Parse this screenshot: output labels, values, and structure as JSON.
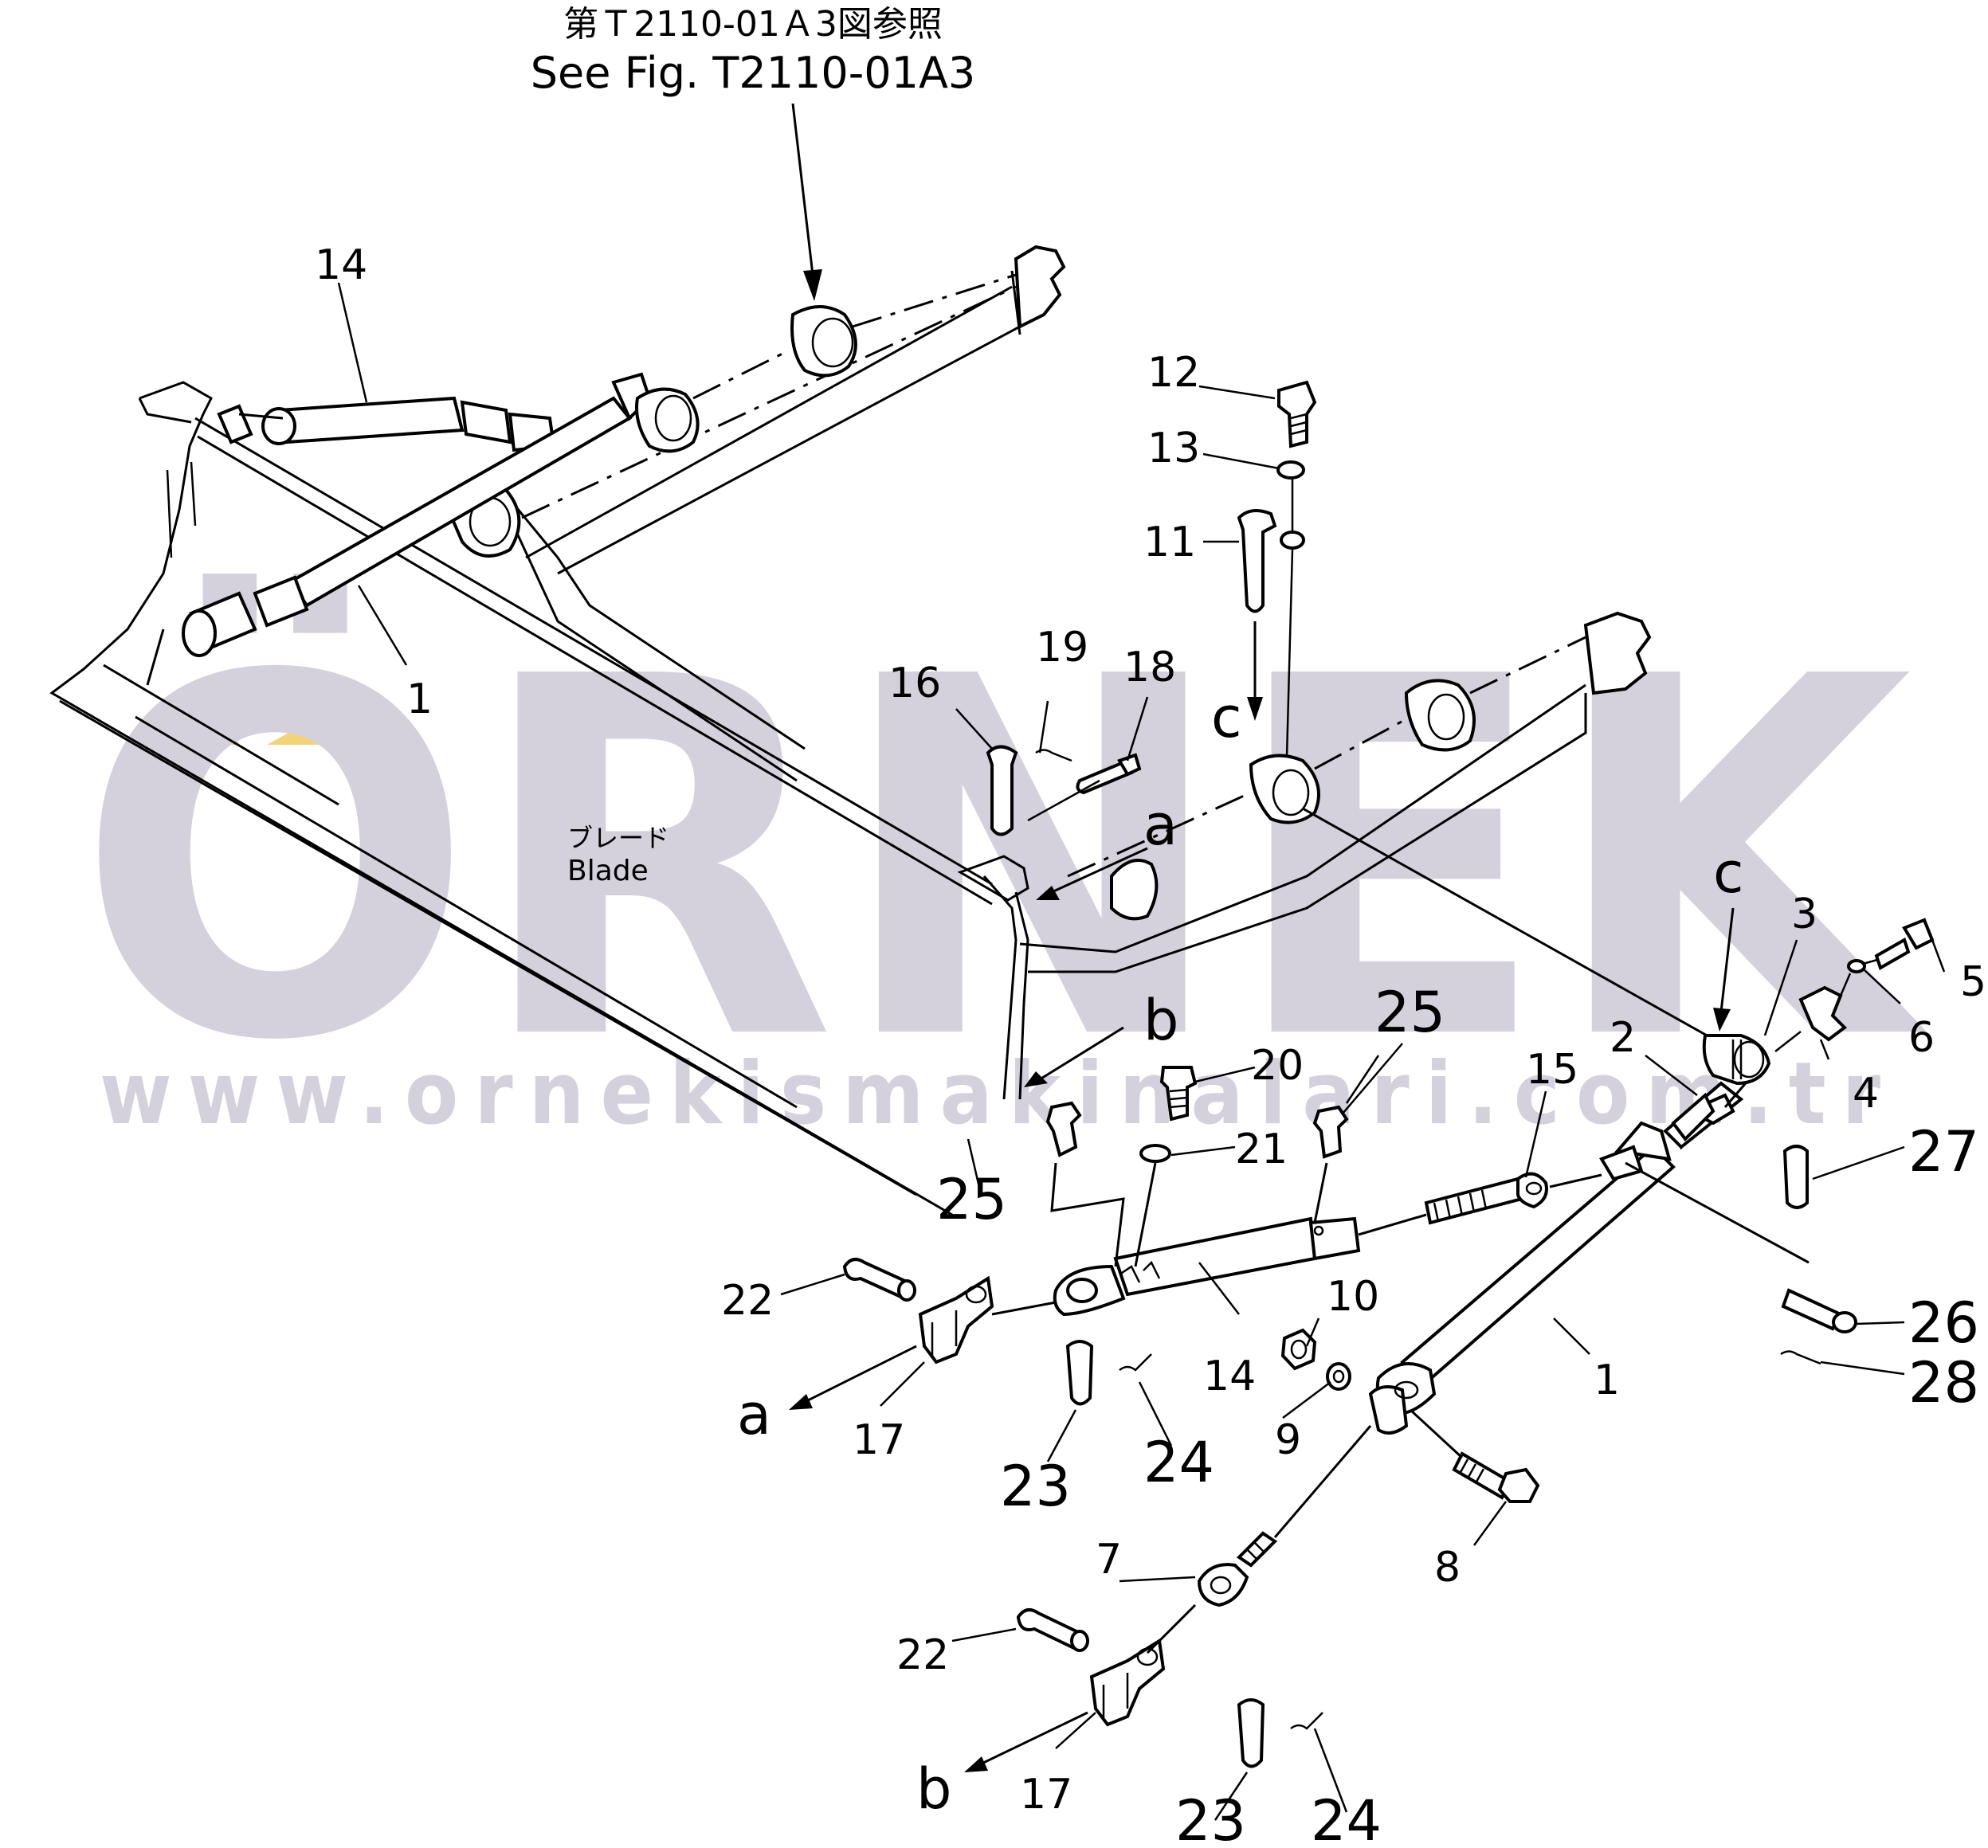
{
  "reference": {
    "japanese": "第Ｔ2110-01Ａ3図参照",
    "english": "See Fig. T2110-01A3"
  },
  "blade_label": {
    "japanese": "ブレード",
    "english": "Blade"
  },
  "watermark": {
    "brand": "ÖRNEK",
    "url": "www.ornekismakinalari.com.tr",
    "color": "#d4d1dc",
    "accent": "#f3d37a"
  },
  "callouts": {
    "c1": "1",
    "c1b": "1",
    "c2": "2",
    "c3": "3",
    "c4": "4",
    "c5": "5",
    "c6": "6",
    "c7": "7",
    "c8": "8",
    "c9": "9",
    "c10": "10",
    "c11": "11",
    "c12": "12",
    "c13": "13",
    "c14": "14",
    "c14b": "14",
    "c15": "15",
    "c16": "16",
    "c17": "17",
    "c17b": "17",
    "c18": "18",
    "c19": "19",
    "c20": "20",
    "c21": "21",
    "c22": "22",
    "c22b": "22",
    "c23": "23",
    "c23b": "23",
    "c24": "24",
    "c24b": "24",
    "c25": "25",
    "c25b": "25",
    "c26": "26",
    "c27": "27",
    "c28": "28"
  },
  "connection_letters": {
    "a_top": "a",
    "a_bottom": "a",
    "b_top": "b",
    "b_bottom": "b",
    "c_left": "c",
    "c_right": "c"
  }
}
